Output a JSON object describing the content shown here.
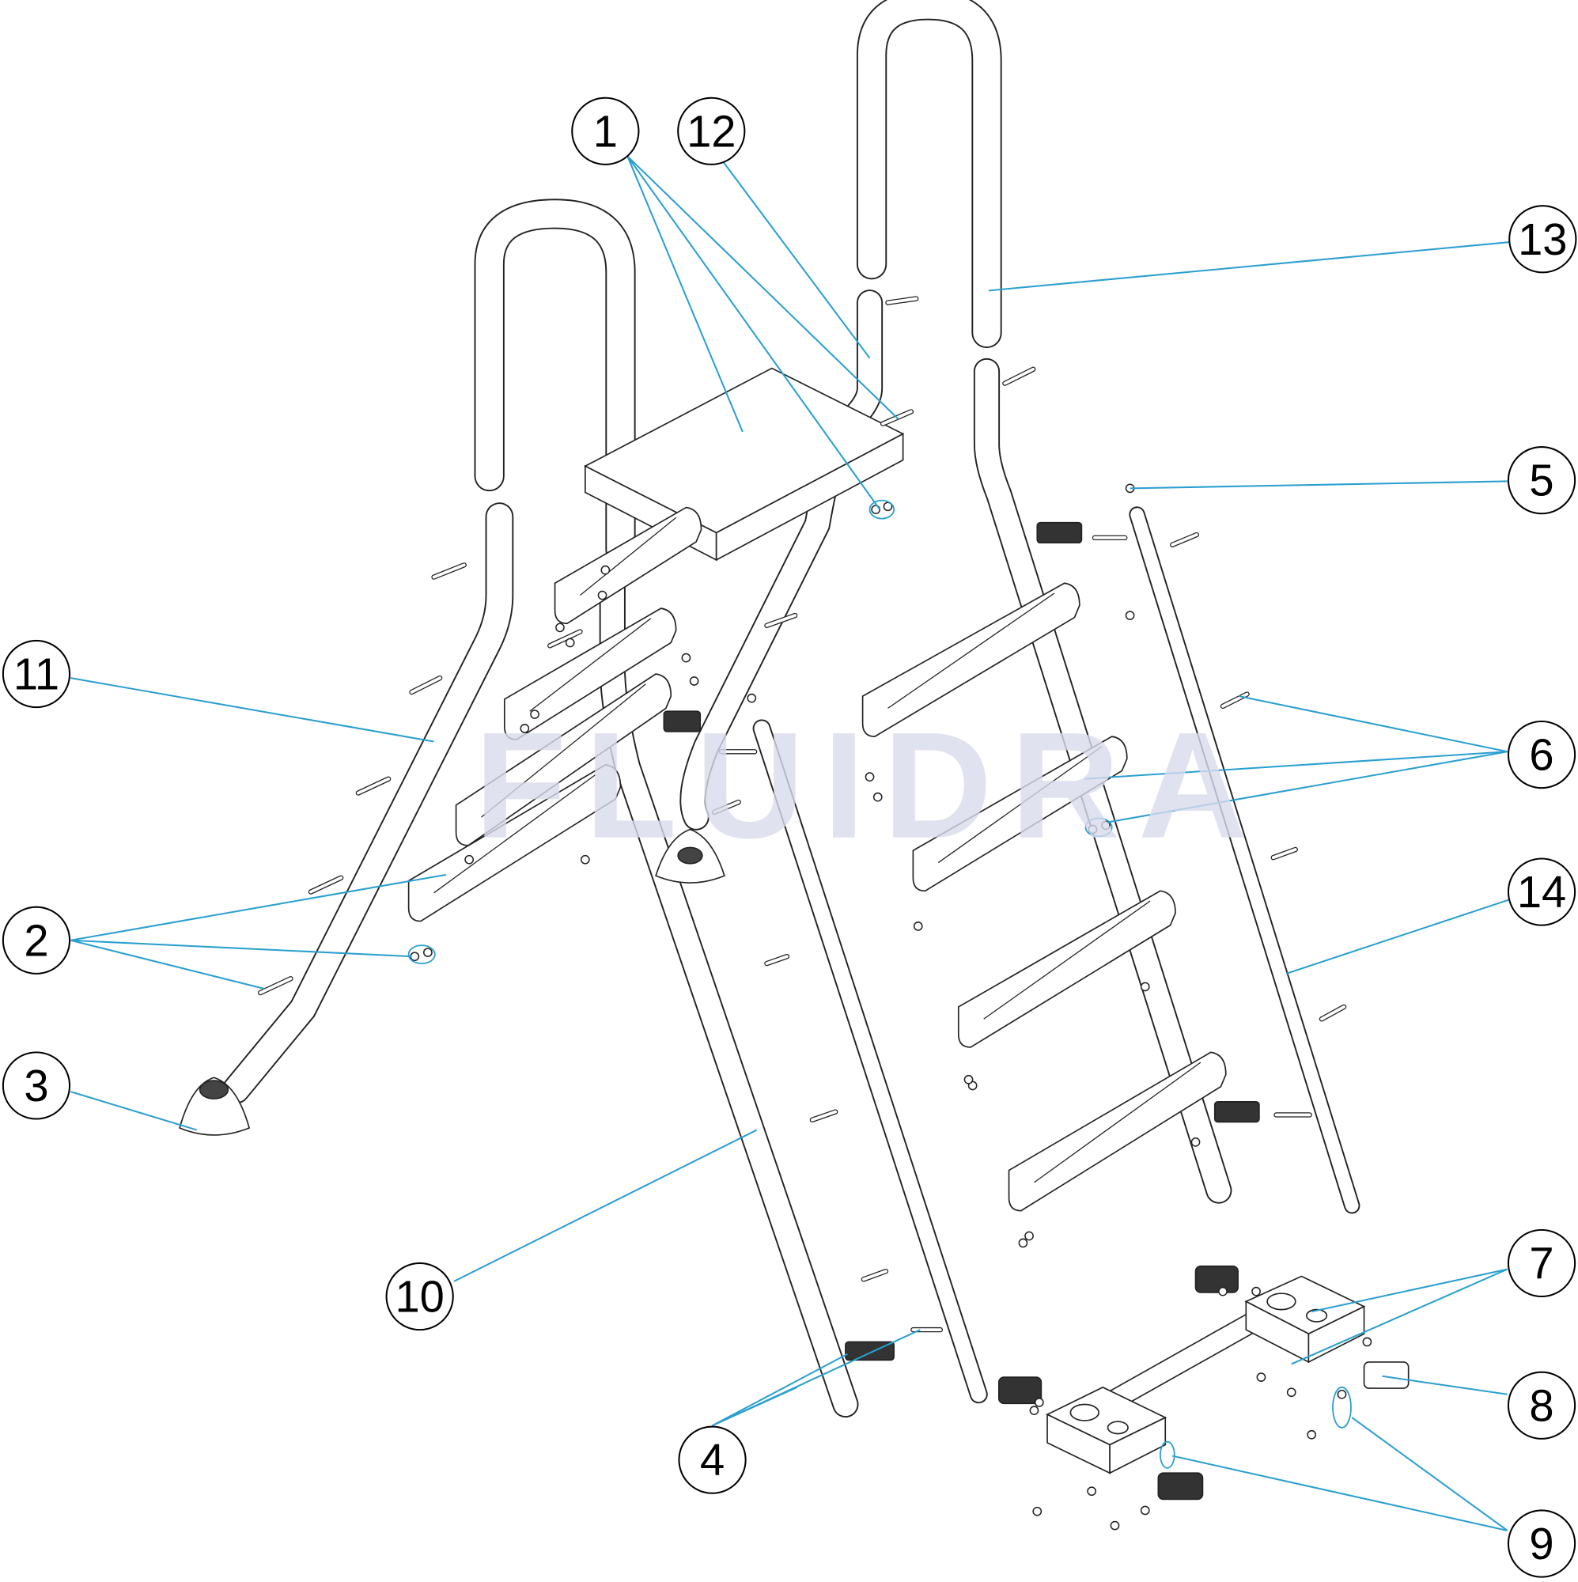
{
  "diagram": {
    "title": "Pool ladder exploded view",
    "watermark": "FLUIDRA",
    "leader_color": "#2a9fd0",
    "watermark_color": "#d9dbeb",
    "callouts": {
      "c1": "1",
      "c2": "2",
      "c3": "3",
      "c4": "4",
      "c5": "5",
      "c6": "6",
      "c7": "7",
      "c8": "8",
      "c9": "9",
      "c10": "10",
      "c11": "11",
      "c12": "12",
      "c13": "13",
      "c14": "14"
    }
  }
}
